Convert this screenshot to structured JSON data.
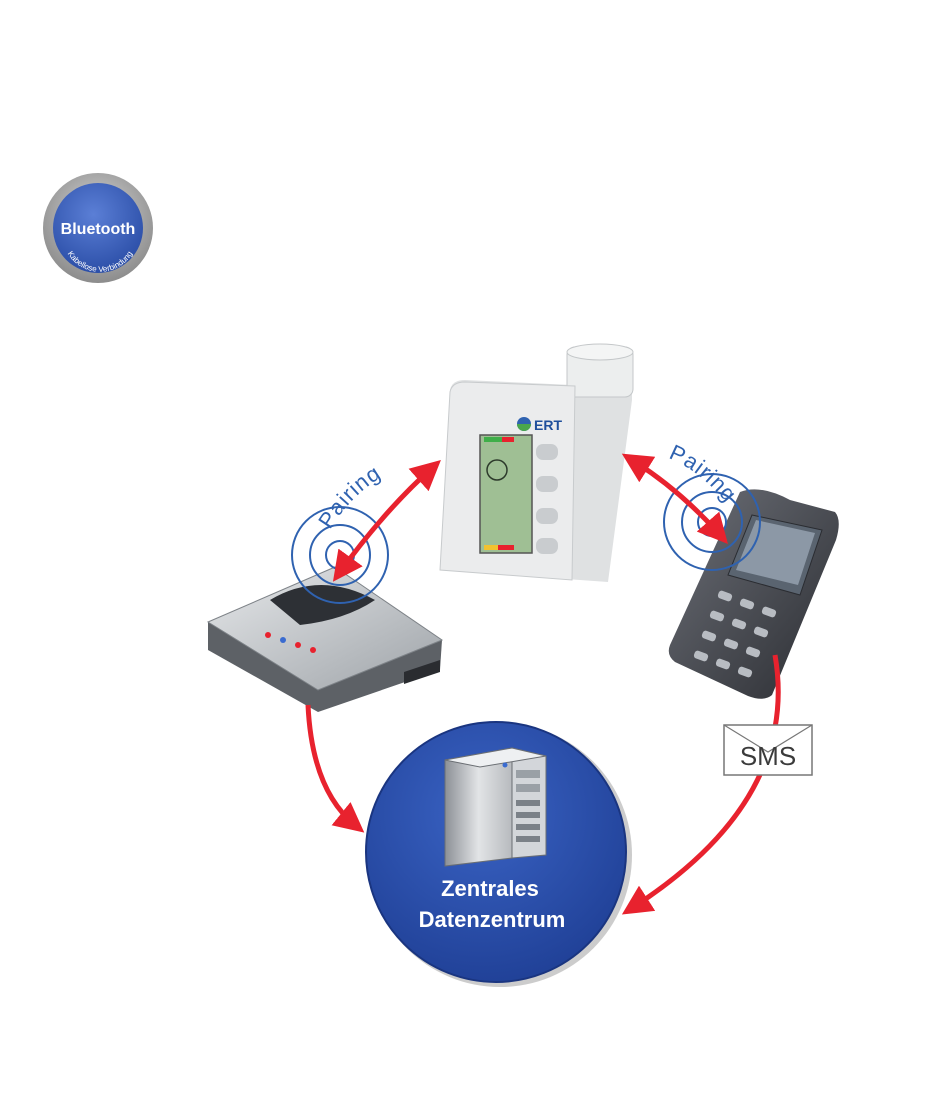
{
  "badge": {
    "title": "Bluetooth",
    "subtitle": "Kabellose Verbindung"
  },
  "device": {
    "brand": "ERT"
  },
  "links": {
    "left_label": "Pairing",
    "right_label": "Pairing",
    "sms_label": "SMS"
  },
  "datacenter": {
    "line1": "Zentrales",
    "line2": "Datenzentrum"
  },
  "colors": {
    "arrow": "#e8222e",
    "blue": "#2f55b3",
    "wave": "#2f62b0"
  }
}
